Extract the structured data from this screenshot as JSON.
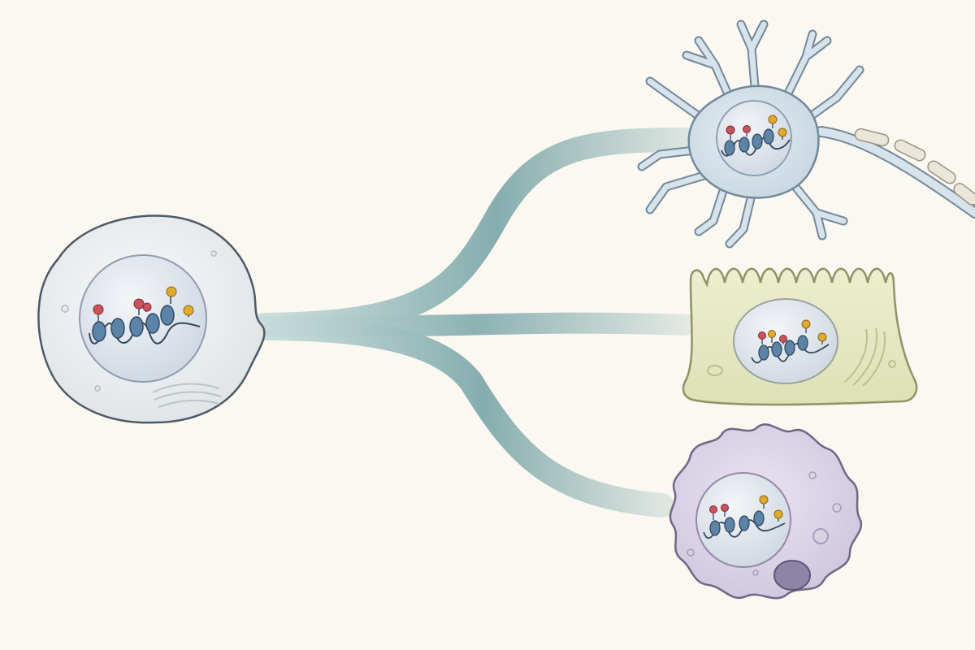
{
  "colors": {
    "background": "#fbf8f1",
    "lineage_path": "#86adae",
    "lineage_path_light": "#c7dcda",
    "stem_cell_fill": "#eef0f1",
    "stem_cell_outline": "#4c5a66",
    "neuron_fill": "#d7e3ea",
    "neuron_outline": "#72889b",
    "epithelial_fill": "#e6e9c7",
    "epithelial_outline": "#8e9466",
    "immune_fill": "#ddd6e8",
    "immune_outline": "#6f6784",
    "nucleus_fill": "#e7ebf0",
    "nucleosome": "#5d83a6",
    "dna_strand": "#33485c",
    "methyl_mark": "#c9535d",
    "acetyl_mark": "#e0aa2b"
  },
  "icons": {
    "methyl_mark": "red-pin-icon",
    "acetyl_mark": "yellow-pin-icon"
  },
  "cells": [
    {
      "id": "stem-cell",
      "type": "undifferentiated",
      "nucleosomes": 5,
      "methyl_marks": 3,
      "acetyl_marks": 2
    },
    {
      "id": "neuron",
      "type": "neuron",
      "nucleosomes": 4,
      "methyl_marks": 2,
      "acetyl_marks": 2
    },
    {
      "id": "epithelial-cell",
      "type": "epithelial",
      "nucleosomes": 4,
      "methyl_marks": 2,
      "acetyl_marks": 3
    },
    {
      "id": "immune-cell",
      "type": "macrophage",
      "nucleosomes": 4,
      "methyl_marks": 2,
      "acetyl_marks": 2
    }
  ]
}
